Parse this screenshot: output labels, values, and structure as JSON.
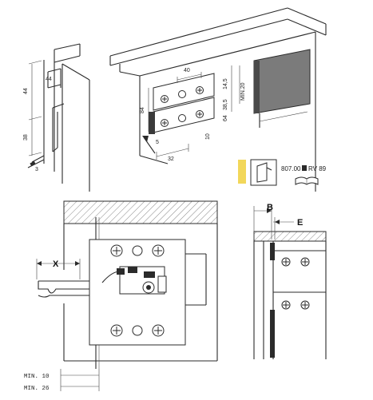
{
  "dimensions": {
    "top_left_44": "44",
    "top_left_38": "38",
    "top_left_3": "3",
    "top_left_44b": "44",
    "center_40": "40",
    "center_84": "84",
    "center_38_5": "38,5",
    "center_14_5": "14,5",
    "center_min_20": "MIN.20",
    "center_64": "64",
    "center_10": "10",
    "center_32": "32",
    "center_5": "5"
  },
  "legend": {
    "code": "807.00",
    "code_suffix": "RV 89",
    "accent_color": "#f2d75a"
  },
  "labels": {
    "x": "X",
    "b": "B",
    "e": "E"
  },
  "minimums": {
    "min_10": "MIN. 10",
    "min_26": "MIN. 26"
  }
}
